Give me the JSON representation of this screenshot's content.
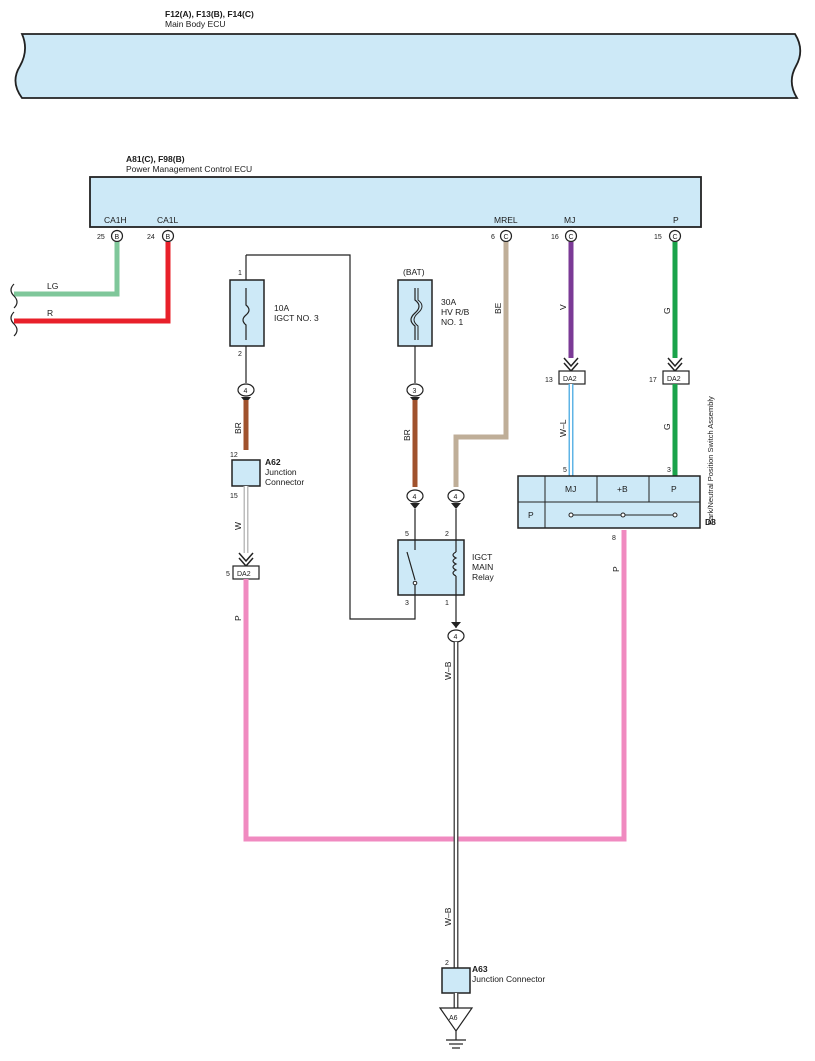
{
  "main_body_ecu": {
    "connectors": "F12(A), F13(B), F14(C)",
    "name": "Main Body ECU"
  },
  "pm_ecu": {
    "connectors": "A81(C), F98(B)",
    "name": "Power Management Control ECU",
    "terminals": [
      {
        "name": "CA1H",
        "pin": "25",
        "conn": "B"
      },
      {
        "name": "CA1L",
        "pin": "24",
        "conn": "B"
      },
      {
        "name": "MREL",
        "pin": "6",
        "conn": "C"
      },
      {
        "name": "MJ",
        "pin": "16",
        "conn": "C"
      },
      {
        "name": "P",
        "pin": "15",
        "conn": "C"
      }
    ]
  },
  "wires": {
    "lg": "LG",
    "r": "R",
    "br1": "BR",
    "br2": "BR",
    "w": "W",
    "p1": "P",
    "be": "BE",
    "v": "V",
    "wl": "W–L",
    "g1": "G",
    "g2": "G",
    "p2": "P",
    "wb1": "W–B",
    "wb2": "W–B"
  },
  "colors": {
    "lg": "#7fc79a",
    "r": "#e8202a",
    "br": "#a0522d",
    "w": "#bdbdbd",
    "p": "#f08ac0",
    "be": "#bfae98",
    "v": "#7b3a96",
    "wl": "#5fb4e6",
    "g": "#1aa34a",
    "component_fill": "#cde9f7"
  },
  "fuse1": {
    "rating": "10A",
    "name": "IGCT NO. 3",
    "pin_in": "1",
    "pin_out": "2"
  },
  "fuse2": {
    "source": "(BAT)",
    "rating": "30A",
    "name_line1": "HV R/B",
    "name_line2": "NO. 1"
  },
  "connectors": {
    "c4a": "4",
    "c3": "3",
    "c4b": "4",
    "c4c": "4",
    "c4d": "4",
    "da2_left": "DA2",
    "da2_left_pin": "5",
    "da2_mj": "DA2",
    "da2_mj_pin": "13",
    "da2_p": "DA2",
    "da2_p_pin": "17"
  },
  "a62": {
    "id": "A62",
    "line1": "Junction",
    "line2": "Connector",
    "pin_in": "12",
    "pin_out": "15"
  },
  "relay": {
    "line1": "IGCT",
    "line2": "MAIN",
    "line3": "Relay",
    "pin5": "5",
    "pin2": "2",
    "pin3": "3",
    "pin1": "1"
  },
  "d8": {
    "id": "D8",
    "name": "Park/Neutral Position Switch Assembly",
    "col_mj": "MJ",
    "col_b": "+B",
    "col_p": "P",
    "row_p": "P",
    "pin5": "5",
    "pin3": "3",
    "pin8": "8"
  },
  "a63": {
    "id": "A63",
    "name": "Junction Connector",
    "pin": "2"
  },
  "ground": {
    "id": "A6"
  }
}
